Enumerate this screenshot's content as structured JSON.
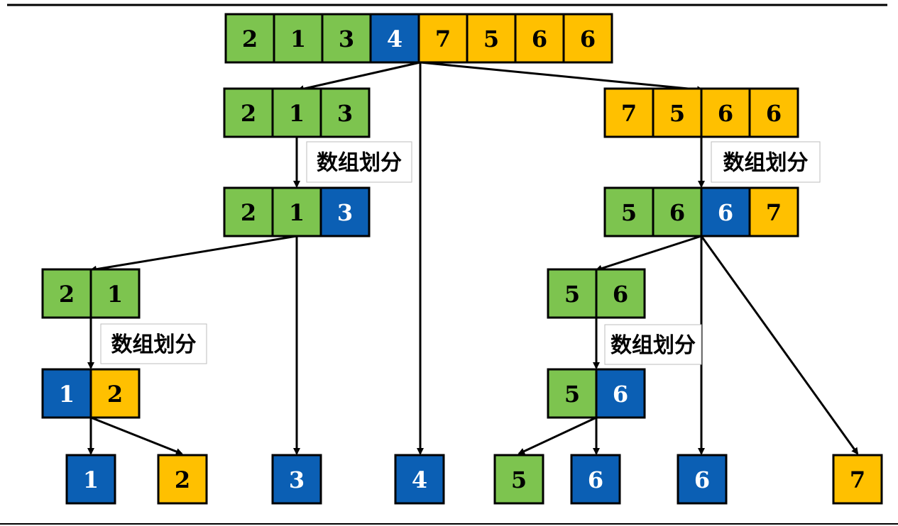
{
  "colors": {
    "green": "#7dc44f",
    "blue": "#0b5fb4",
    "orange": "#ffc000",
    "text_dark": "#000000",
    "text_light": "#ffffff",
    "line": "#000000"
  },
  "partition_label": "数组划分",
  "arrays": [
    {
      "name": "array-root",
      "cells": [
        {
          "v": "2",
          "c": "green"
        },
        {
          "v": "1",
          "c": "green"
        },
        {
          "v": "3",
          "c": "green"
        },
        {
          "v": "4",
          "c": "blue"
        },
        {
          "v": "7",
          "c": "orange"
        },
        {
          "v": "5",
          "c": "orange"
        },
        {
          "v": "6",
          "c": "orange"
        },
        {
          "v": "6",
          "c": "orange"
        }
      ]
    },
    {
      "name": "array-left-sub",
      "cells": [
        {
          "v": "2",
          "c": "green"
        },
        {
          "v": "1",
          "c": "green"
        },
        {
          "v": "3",
          "c": "green"
        }
      ]
    },
    {
      "name": "array-right-sub",
      "cells": [
        {
          "v": "7",
          "c": "orange"
        },
        {
          "v": "5",
          "c": "orange"
        },
        {
          "v": "6",
          "c": "orange"
        },
        {
          "v": "6",
          "c": "orange"
        }
      ]
    },
    {
      "name": "array-left-partitioned",
      "cells": [
        {
          "v": "2",
          "c": "green"
        },
        {
          "v": "1",
          "c": "green"
        },
        {
          "v": "3",
          "c": "blue"
        }
      ]
    },
    {
      "name": "array-right-partitioned",
      "cells": [
        {
          "v": "5",
          "c": "green"
        },
        {
          "v": "6",
          "c": "green"
        },
        {
          "v": "6",
          "c": "blue"
        },
        {
          "v": "7",
          "c": "orange"
        }
      ]
    },
    {
      "name": "array-left-left",
      "cells": [
        {
          "v": "2",
          "c": "green"
        },
        {
          "v": "1",
          "c": "green"
        }
      ]
    },
    {
      "name": "array-right-left",
      "cells": [
        {
          "v": "5",
          "c": "green"
        },
        {
          "v": "6",
          "c": "green"
        }
      ]
    },
    {
      "name": "array-left-left-partitioned",
      "cells": [
        {
          "v": "1",
          "c": "blue"
        },
        {
          "v": "2",
          "c": "orange"
        }
      ]
    },
    {
      "name": "array-right-left-partitioned",
      "cells": [
        {
          "v": "5",
          "c": "green"
        },
        {
          "v": "6",
          "c": "blue"
        }
      ]
    },
    {
      "name": "leaf-1",
      "cells": [
        {
          "v": "1",
          "c": "blue"
        }
      ]
    },
    {
      "name": "leaf-2",
      "cells": [
        {
          "v": "2",
          "c": "orange"
        }
      ]
    },
    {
      "name": "leaf-3",
      "cells": [
        {
          "v": "3",
          "c": "blue"
        }
      ]
    },
    {
      "name": "leaf-4",
      "cells": [
        {
          "v": "4",
          "c": "blue"
        }
      ]
    },
    {
      "name": "leaf-5",
      "cells": [
        {
          "v": "5",
          "c": "green"
        }
      ]
    },
    {
      "name": "leaf-6a",
      "cells": [
        {
          "v": "6",
          "c": "blue"
        }
      ]
    },
    {
      "name": "leaf-6b",
      "cells": [
        {
          "v": "6",
          "c": "blue"
        }
      ]
    },
    {
      "name": "leaf-7",
      "cells": [
        {
          "v": "7",
          "c": "orange"
        }
      ]
    }
  ]
}
